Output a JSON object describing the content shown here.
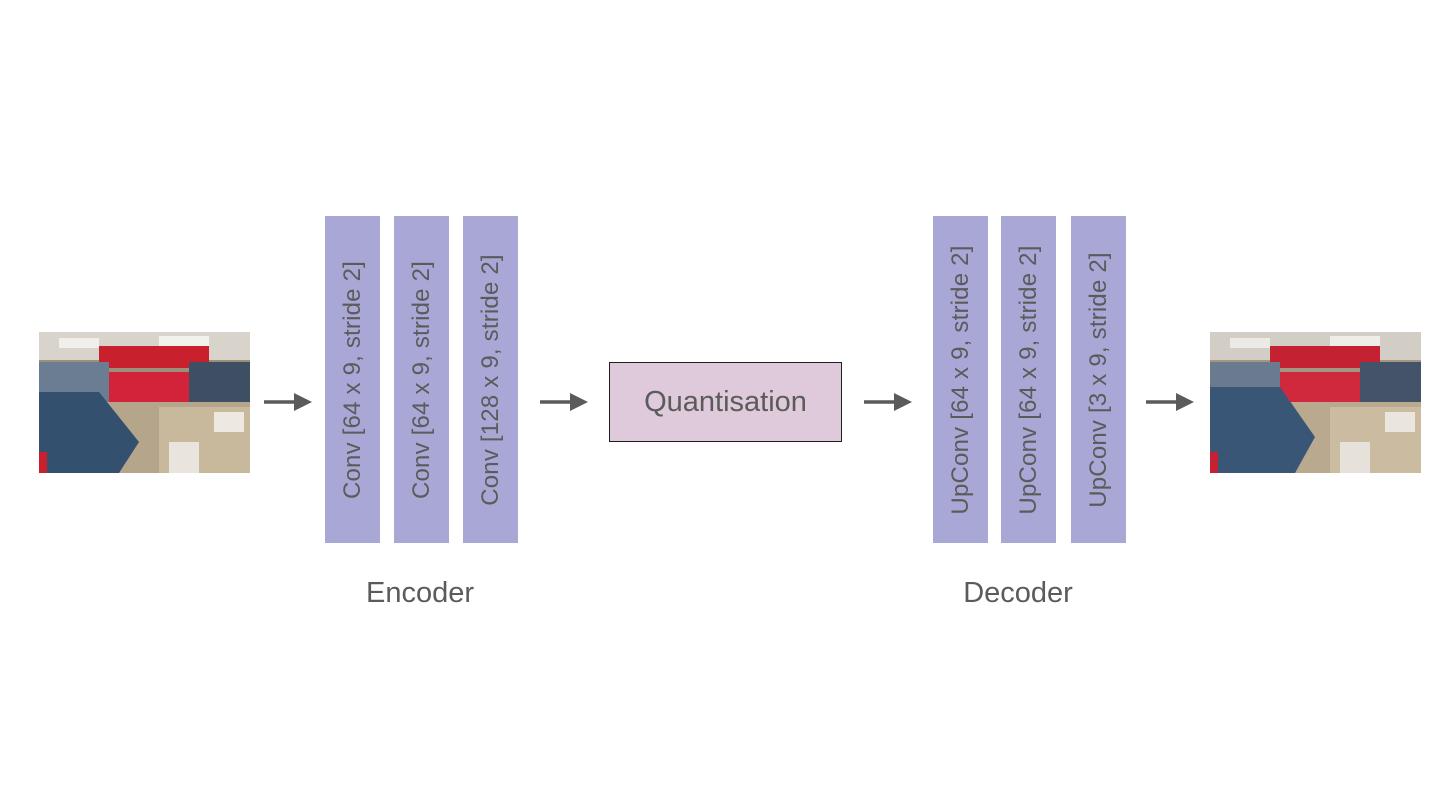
{
  "input_image": {
    "icon": "photo-thumbnail-input"
  },
  "output_image": {
    "icon": "photo-thumbnail-output"
  },
  "encoder": {
    "caption": "Encoder",
    "layers": [
      {
        "label": "Conv [64 x 9, stride 2]"
      },
      {
        "label": "Conv [64 x 9, stride 2]"
      },
      {
        "label": "Conv [128 x 9, stride 2]"
      }
    ]
  },
  "quantisation": {
    "label": "Quantisation"
  },
  "decoder": {
    "caption": "Decoder",
    "layers": [
      {
        "label": "UpConv [64 x 9, stride 2]"
      },
      {
        "label": "UpConv [64 x 9, stride 2]"
      },
      {
        "label": "UpConv [3 x 9, stride 2]"
      }
    ]
  },
  "colors": {
    "layer_fill": "#a9a7d6",
    "quantisation_fill": "#dfcadb",
    "text": "#5b5b5b",
    "arrow": "#5b5b5b"
  }
}
